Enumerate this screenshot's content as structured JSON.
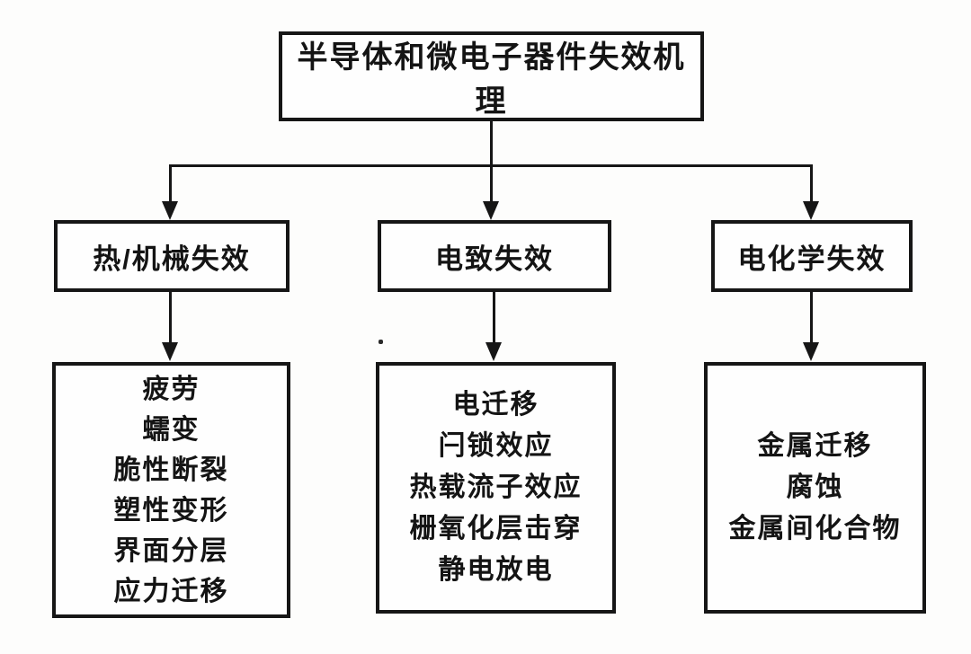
{
  "diagram": {
    "title": "半导体和微电子器件失效机理",
    "root": {
      "label": "半导体和微电子器件失效机理"
    },
    "branches": [
      {
        "label": "热/机械失效",
        "items": [
          "疲劳",
          "蠕变",
          "脆性断裂",
          "塑性变形",
          "界面分层",
          "应力迁移"
        ]
      },
      {
        "label": "电致失效",
        "items": [
          "电迁移",
          "闩锁效应",
          "热载流子效应",
          "栅氧化层击穿",
          "静电放电"
        ]
      },
      {
        "label": "电化学失效",
        "items": [
          "金属迁移",
          "腐蚀",
          "金属间化合物"
        ]
      }
    ],
    "colors": {
      "line": "#161616",
      "background": "#fdfdfc",
      "box_background": "#fefefe"
    }
  }
}
